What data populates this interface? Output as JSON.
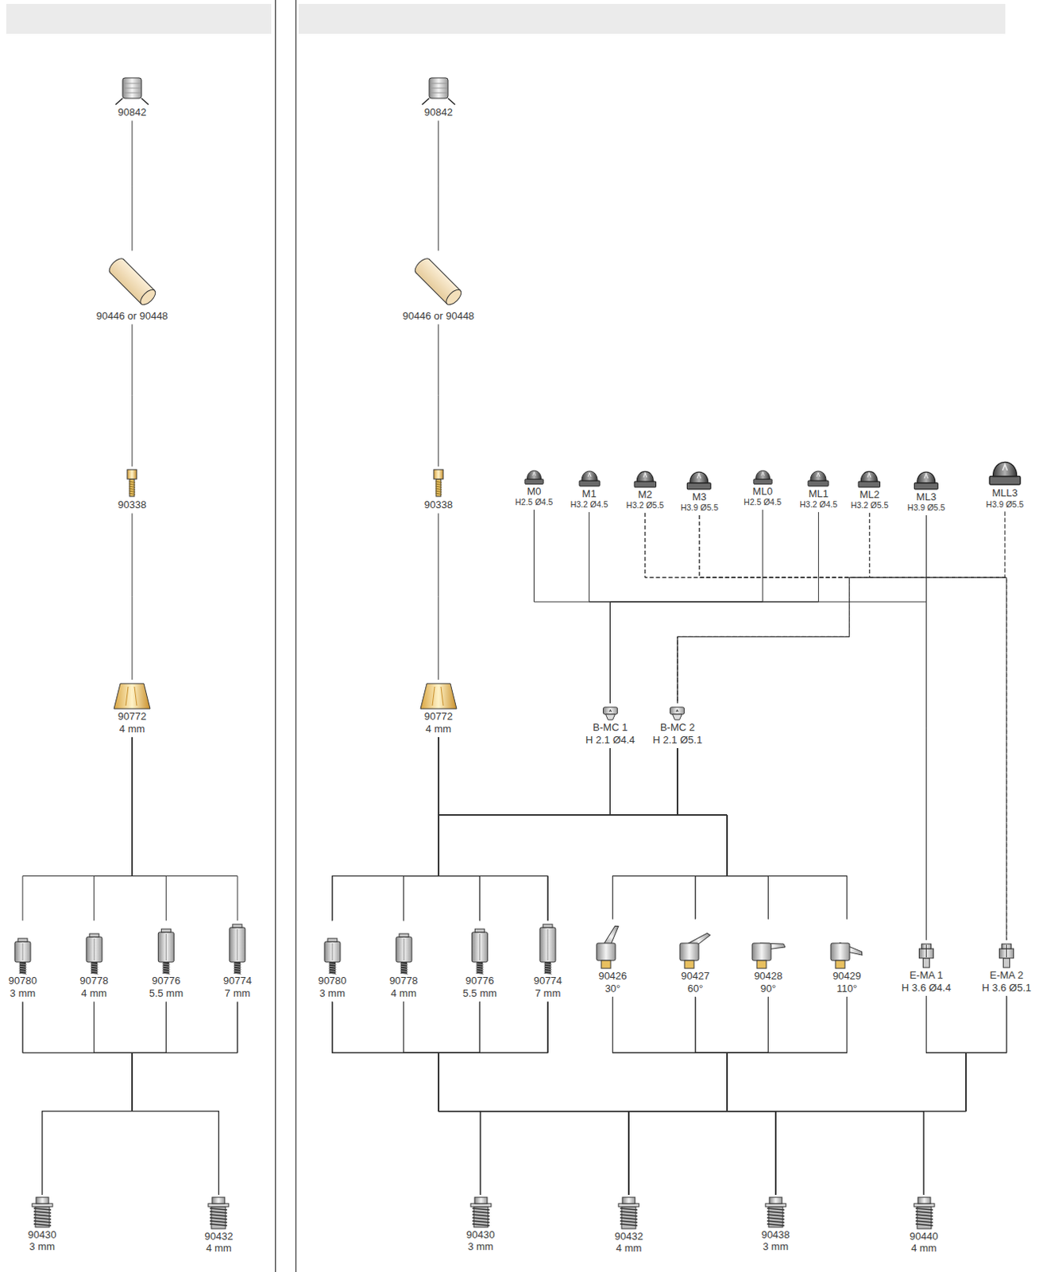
{
  "diagram": {
    "nodes": [
      {
        "text": [
          "90842"
        ]
      },
      {
        "text": [
          "90446 or 90448"
        ]
      },
      {
        "text": [
          "90338"
        ]
      },
      {
        "text": [
          "90772",
          "4 mm"
        ]
      },
      {
        "text": [
          "90780",
          "3 mm"
        ]
      },
      {
        "text": [
          "90778",
          "4 mm"
        ]
      },
      {
        "text": [
          "90776",
          "5.5 mm"
        ]
      },
      {
        "text": [
          "90774",
          "7 mm"
        ]
      },
      {
        "text": [
          "90430",
          "3 mm"
        ]
      },
      {
        "text": [
          "90432",
          "4 mm"
        ]
      },
      {
        "text": [
          "90842"
        ]
      },
      {
        "text": [
          "90446 or 90448"
        ]
      },
      {
        "text": [
          "90338"
        ]
      },
      {
        "text": [
          "90772",
          "4 mm"
        ]
      },
      {
        "text": [
          "M0",
          "H2.5 Ø4.5"
        ]
      },
      {
        "text": [
          "M1",
          "H3.2 Ø4.5"
        ]
      },
      {
        "text": [
          "M2",
          "H3.2 Ø5.5"
        ]
      },
      {
        "text": [
          "M3",
          "H3.9 Ø5.5"
        ]
      },
      {
        "text": [
          "ML0",
          "H2.5 Ø4.5"
        ]
      },
      {
        "text": [
          "ML1",
          "H3.2 Ø4.5"
        ]
      },
      {
        "text": [
          "ML2",
          "H3.2 Ø5.5"
        ]
      },
      {
        "text": [
          "ML3",
          "H3.9 Ø5.5"
        ]
      },
      {
        "text": [
          "MLL3",
          "H3.9 Ø5.5"
        ]
      },
      {
        "text": [
          "B-MC 1",
          "H 2.1 Ø4.4"
        ]
      },
      {
        "text": [
          "B-MC 2",
          "H 2.1 Ø5.1"
        ]
      },
      {
        "text": [
          "90780",
          "3 mm"
        ]
      },
      {
        "text": [
          "90778",
          "4 mm"
        ]
      },
      {
        "text": [
          "90776",
          "5.5 mm"
        ]
      },
      {
        "text": [
          "90774",
          "7 mm"
        ]
      },
      {
        "text": [
          "90426",
          "30°"
        ]
      },
      {
        "text": [
          "90427",
          "60°"
        ]
      },
      {
        "text": [
          "90428",
          "90°"
        ]
      },
      {
        "text": [
          "90429",
          "110°"
        ]
      },
      {
        "text": [
          "E-MA 1",
          "H 3.6 Ø4.4"
        ]
      },
      {
        "text": [
          "E-MA 2",
          "H 3.6 Ø5.1"
        ]
      },
      {
        "text": [
          "90430",
          "3 mm"
        ]
      },
      {
        "text": [
          "90432",
          "4 mm"
        ]
      },
      {
        "text": [
          "90438",
          "3 mm"
        ]
      },
      {
        "text": [
          "90440",
          "4 mm"
        ]
      }
    ],
    "edges": [
      {
        "from": 0,
        "to": 1,
        "arrow": "none"
      },
      {
        "from": 1,
        "to": 2,
        "arrow": "none"
      },
      {
        "from": 2,
        "to": 3,
        "arrow": "none"
      },
      {
        "from": 3,
        "to": 4,
        "arrow": "none"
      },
      {
        "from": 3,
        "to": 5,
        "arrow": "none"
      },
      {
        "from": 3,
        "to": 6,
        "arrow": "none"
      },
      {
        "from": 3,
        "to": 7,
        "arrow": "none"
      },
      {
        "from": 4,
        "to": 8,
        "arrow": "none"
      },
      {
        "from": 4,
        "to": 9,
        "arrow": "none"
      },
      {
        "from": 5,
        "to": 8,
        "arrow": "none"
      },
      {
        "from": 5,
        "to": 9,
        "arrow": "none"
      },
      {
        "from": 6,
        "to": 8,
        "arrow": "none"
      },
      {
        "from": 6,
        "to": 9,
        "arrow": "none"
      },
      {
        "from": 7,
        "to": 8,
        "arrow": "none"
      },
      {
        "from": 7,
        "to": 9,
        "arrow": "none"
      },
      {
        "from": 10,
        "to": 11,
        "arrow": "none"
      },
      {
        "from": 11,
        "to": 12,
        "arrow": "none"
      },
      {
        "from": 12,
        "to": 13,
        "arrow": "none"
      },
      {
        "from": 14,
        "to": 23,
        "arrow": "none"
      },
      {
        "from": 15,
        "to": 23,
        "arrow": "none"
      },
      {
        "from": 18,
        "to": 23,
        "arrow": "none"
      },
      {
        "from": 19,
        "to": 23,
        "arrow": "none"
      },
      {
        "from": 21,
        "to": 23,
        "arrow": "none"
      },
      {
        "from": 21,
        "to": 33,
        "arrow": "none"
      },
      {
        "from": 16,
        "to": 24,
        "arrow": "none"
      },
      {
        "from": 17,
        "to": 24,
        "arrow": "none"
      },
      {
        "from": 20,
        "to": 24,
        "arrow": "none"
      },
      {
        "from": 22,
        "to": 24,
        "arrow": "none"
      },
      {
        "from": 16,
        "to": 34,
        "arrow": "none"
      },
      {
        "from": 17,
        "to": 34,
        "arrow": "none"
      },
      {
        "from": 20,
        "to": 34,
        "arrow": "none"
      },
      {
        "from": 22,
        "to": 34,
        "arrow": "none"
      },
      {
        "from": 13,
        "to": 25,
        "arrow": "none"
      },
      {
        "from": 13,
        "to": 26,
        "arrow": "none"
      },
      {
        "from": 13,
        "to": 27,
        "arrow": "none"
      },
      {
        "from": 13,
        "to": 28,
        "arrow": "none"
      },
      {
        "from": 13,
        "to": 29,
        "arrow": "none"
      },
      {
        "from": 13,
        "to": 30,
        "arrow": "none"
      },
      {
        "from": 13,
        "to": 31,
        "arrow": "none"
      },
      {
        "from": 13,
        "to": 32,
        "arrow": "none"
      },
      {
        "from": 23,
        "to": 25,
        "arrow": "none"
      },
      {
        "from": 23,
        "to": 26,
        "arrow": "none"
      },
      {
        "from": 23,
        "to": 27,
        "arrow": "none"
      },
      {
        "from": 23,
        "to": 28,
        "arrow": "none"
      },
      {
        "from": 23,
        "to": 29,
        "arrow": "none"
      },
      {
        "from": 23,
        "to": 30,
        "arrow": "none"
      },
      {
        "from": 23,
        "to": 31,
        "arrow": "none"
      },
      {
        "from": 23,
        "to": 32,
        "arrow": "none"
      },
      {
        "from": 24,
        "to": 25,
        "arrow": "none"
      },
      {
        "from": 24,
        "to": 26,
        "arrow": "none"
      },
      {
        "from": 24,
        "to": 27,
        "arrow": "none"
      },
      {
        "from": 24,
        "to": 28,
        "arrow": "none"
      },
      {
        "from": 24,
        "to": 29,
        "arrow": "none"
      },
      {
        "from": 24,
        "to": 30,
        "arrow": "none"
      },
      {
        "from": 24,
        "to": 31,
        "arrow": "none"
      },
      {
        "from": 24,
        "to": 32,
        "arrow": "none"
      },
      {
        "from": 25,
        "to": 35,
        "arrow": "none"
      },
      {
        "from": 25,
        "to": 36,
        "arrow": "none"
      },
      {
        "from": 25,
        "to": 37,
        "arrow": "none"
      },
      {
        "from": 25,
        "to": 38,
        "arrow": "none"
      },
      {
        "from": 26,
        "to": 35,
        "arrow": "none"
      },
      {
        "from": 26,
        "to": 36,
        "arrow": "none"
      },
      {
        "from": 26,
        "to": 37,
        "arrow": "none"
      },
      {
        "from": 26,
        "to": 38,
        "arrow": "none"
      },
      {
        "from": 27,
        "to": 35,
        "arrow": "none"
      },
      {
        "from": 27,
        "to": 36,
        "arrow": "none"
      },
      {
        "from": 27,
        "to": 37,
        "arrow": "none"
      },
      {
        "from": 27,
        "to": 38,
        "arrow": "none"
      },
      {
        "from": 28,
        "to": 35,
        "arrow": "none"
      },
      {
        "from": 28,
        "to": 36,
        "arrow": "none"
      },
      {
        "from": 28,
        "to": 37,
        "arrow": "none"
      },
      {
        "from": 28,
        "to": 38,
        "arrow": "none"
      },
      {
        "from": 29,
        "to": 35,
        "arrow": "none"
      },
      {
        "from": 29,
        "to": 36,
        "arrow": "none"
      },
      {
        "from": 29,
        "to": 37,
        "arrow": "none"
      },
      {
        "from": 29,
        "to": 38,
        "arrow": "none"
      },
      {
        "from": 30,
        "to": 35,
        "arrow": "none"
      },
      {
        "from": 30,
        "to": 36,
        "arrow": "none"
      },
      {
        "from": 30,
        "to": 37,
        "arrow": "none"
      },
      {
        "from": 30,
        "to": 38,
        "arrow": "none"
      },
      {
        "from": 31,
        "to": 35,
        "arrow": "none"
      },
      {
        "from": 31,
        "to": 36,
        "arrow": "none"
      },
      {
        "from": 31,
        "to": 37,
        "arrow": "none"
      },
      {
        "from": 31,
        "to": 38,
        "arrow": "none"
      },
      {
        "from": 32,
        "to": 35,
        "arrow": "none"
      },
      {
        "from": 32,
        "to": 36,
        "arrow": "none"
      },
      {
        "from": 32,
        "to": 37,
        "arrow": "none"
      },
      {
        "from": 32,
        "to": 38,
        "arrow": "none"
      },
      {
        "from": 33,
        "to": 35,
        "arrow": "none"
      },
      {
        "from": 33,
        "to": 36,
        "arrow": "none"
      },
      {
        "from": 33,
        "to": 37,
        "arrow": "none"
      },
      {
        "from": 33,
        "to": 38,
        "arrow": "none"
      },
      {
        "from": 34,
        "to": 35,
        "arrow": "none"
      },
      {
        "from": 34,
        "to": 36,
        "arrow": "none"
      },
      {
        "from": 34,
        "to": 37,
        "arrow": "none"
      },
      {
        "from": 34,
        "to": 38,
        "arrow": "none"
      }
    ]
  }
}
